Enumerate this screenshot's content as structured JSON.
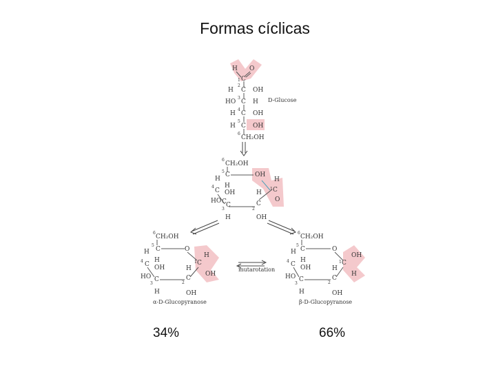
{
  "title": "Formas cíclicas",
  "percent_alpha": "34%",
  "percent_beta": "66%",
  "labels": {
    "d_glucose": "D-Glucose",
    "alpha_name": "α-D-Glucopyranose",
    "beta_name": "β-D-Glucopyranose",
    "mutarotation": "mutarotation"
  },
  "colors": {
    "highlight": "#f4c9cc",
    "ink": "#333333"
  }
}
